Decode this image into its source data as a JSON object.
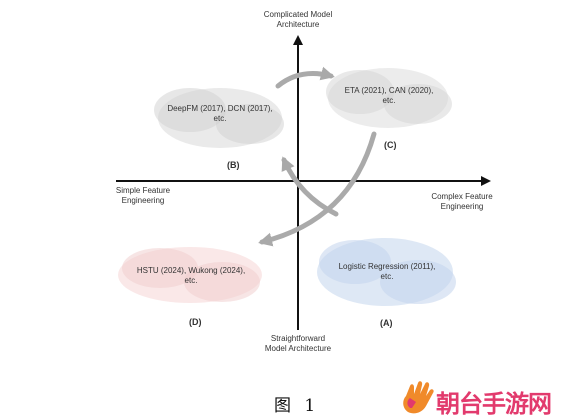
{
  "axes": {
    "top": [
      "Complicated Model",
      "Architecture"
    ],
    "bottom": [
      "Straightforward",
      "Model Architecture"
    ],
    "left": [
      "Simple Feature",
      "Engineering"
    ],
    "right": [
      "Complex Feature",
      "Engineering"
    ]
  },
  "quadrants": {
    "B": {
      "label": "(B)",
      "text": [
        "DeepFM (2017), DCN (2017),",
        "etc."
      ],
      "color": "#d4d4d4"
    },
    "C": {
      "label": "(C)",
      "text": [
        "ETA (2021), CAN (2020),",
        "etc."
      ],
      "color": "#dcdcdc"
    },
    "D": {
      "label": "(D)",
      "text": [
        "HSTU (2024), Wukong (2024),",
        "etc."
      ],
      "color": "#f3d4d4"
    },
    "A": {
      "label": "(A)",
      "text": [
        "Logistic Regression (2011),",
        "etc."
      ],
      "color": "#c8d8ee"
    }
  },
  "caption": "图 1",
  "watermark": "朝台手游网"
}
